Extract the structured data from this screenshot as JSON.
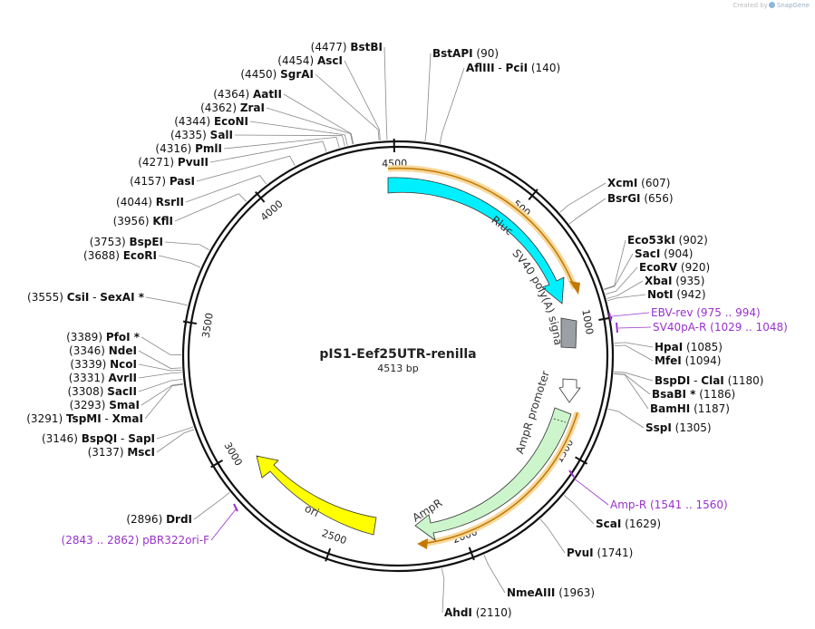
{
  "credit": {
    "prefix": "Created by",
    "brand": "SnapGene"
  },
  "plasmid": {
    "name": "pIS1-Eef25UTR-renilla",
    "size_label": "4513 bp",
    "length": 4513
  },
  "ticks": [
    "500",
    "1000",
    "1500",
    "2000",
    "2500",
    "3000",
    "3500",
    "4000",
    "4500"
  ],
  "enzymes": [
    {
      "name": "BstAPI",
      "pos": "(90)"
    },
    {
      "name": "AflIII",
      "name2": "PciI",
      "pos": "(140)"
    },
    {
      "name": "XcmI",
      "pos": "(607)"
    },
    {
      "name": "BsrGI",
      "pos": "(656)"
    },
    {
      "name": "Eco53kI",
      "pos": "(902)"
    },
    {
      "name": "SacI",
      "pos": "(904)"
    },
    {
      "name": "EcoRV",
      "pos": "(920)"
    },
    {
      "name": "XbaI",
      "pos": "(935)"
    },
    {
      "name": "NotI",
      "pos": "(942)"
    },
    {
      "name": "HpaI",
      "pos": "(1085)"
    },
    {
      "name": "MfeI",
      "pos": "(1094)"
    },
    {
      "name": "BspDI",
      "name2": "ClaI",
      "pos": "(1180)"
    },
    {
      "name": "BsaBI *",
      "pos": "(1186)"
    },
    {
      "name": "BamHI",
      "pos": "(1187)"
    },
    {
      "name": "SspI",
      "pos": "(1305)"
    },
    {
      "name": "ScaI",
      "pos": "(1629)"
    },
    {
      "name": "PvuI",
      "pos": "(1741)"
    },
    {
      "name": "NmeAIII",
      "pos": "(1963)"
    },
    {
      "name": "AhdI",
      "pos": "(2110)"
    },
    {
      "name": "DrdI",
      "pos": "(2896)"
    },
    {
      "name": "MscI",
      "pos": "(3137)"
    },
    {
      "name": "BspQI",
      "name2": "SapI",
      "pos": "(3146)"
    },
    {
      "name": "TspMI",
      "name2": "XmaI",
      "pos": "(3291)"
    },
    {
      "name": "SmaI",
      "pos": "(3293)"
    },
    {
      "name": "SacII",
      "pos": "(3308)"
    },
    {
      "name": "AvrII",
      "pos": "(3331)"
    },
    {
      "name": "NcoI",
      "pos": "(3339)"
    },
    {
      "name": "NdeI",
      "pos": "(3346)"
    },
    {
      "name": "PfoI *",
      "pos": "(3389)"
    },
    {
      "name": "CsiI",
      "name2": "SexAI *",
      "pos": "(3555)"
    },
    {
      "name": "EcoRI",
      "pos": "(3688)"
    },
    {
      "name": "BspEI",
      "pos": "(3753)"
    },
    {
      "name": "KflI",
      "pos": "(3956)"
    },
    {
      "name": "RsrII",
      "pos": "(4044)"
    },
    {
      "name": "PasI",
      "pos": "(4157)"
    },
    {
      "name": "PvuII",
      "pos": "(4271)"
    },
    {
      "name": "PmlI",
      "pos": "(4316)"
    },
    {
      "name": "SalI",
      "pos": "(4335)"
    },
    {
      "name": "EcoNI",
      "pos": "(4344)"
    },
    {
      "name": "ZraI",
      "pos": "(4362)"
    },
    {
      "name": "AatII",
      "pos": "(4364)"
    },
    {
      "name": "SgrAI",
      "pos": "(4450)"
    },
    {
      "name": "AscI",
      "pos": "(4454)"
    },
    {
      "name": "BstBI",
      "pos": "(4477)"
    }
  ],
  "primers": [
    {
      "name": "EBV-rev",
      "range": "(975 .. 994)"
    },
    {
      "name": "SV40pA-R",
      "range": "(1029 .. 1048)"
    },
    {
      "name": "Amp-R",
      "range": "(1541 .. 1560)"
    },
    {
      "name": "pBR322ori-F",
      "range": "(2843 .. 2862)"
    }
  ],
  "features": [
    {
      "name": "Rluc",
      "color": "#00f0ff"
    },
    {
      "name": "SV40 poly(A) signal",
      "color": "#9aa0a6"
    },
    {
      "name": "AmpR promoter",
      "color": "#ffffff"
    },
    {
      "name": "AmpR",
      "color": "#ccf5cc"
    },
    {
      "name": "ori",
      "color": "#ffff00"
    }
  ],
  "colors": {
    "primer": "#9933cc",
    "orf": "#e8a53a",
    "backbone": "#111111"
  }
}
